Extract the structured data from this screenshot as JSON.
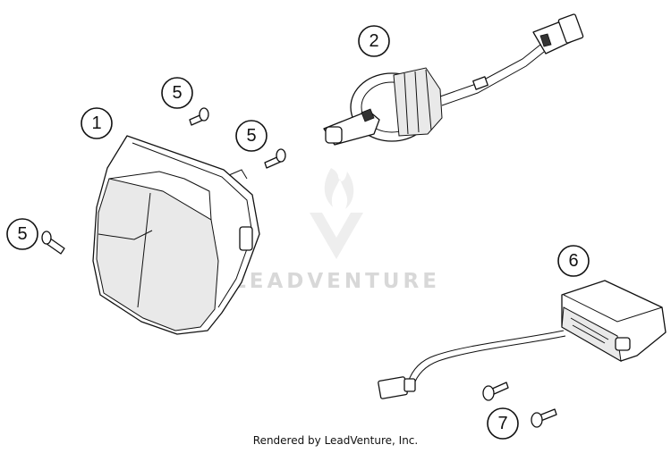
{
  "callouts": [
    {
      "id": "1",
      "label": "1"
    },
    {
      "id": "2",
      "label": "2"
    },
    {
      "id": "5a",
      "label": "5"
    },
    {
      "id": "5b",
      "label": "5"
    },
    {
      "id": "5c",
      "label": "5"
    },
    {
      "id": "6",
      "label": "6"
    },
    {
      "id": "7",
      "label": "7"
    }
  ],
  "watermark": {
    "text": "LEADVENTURE",
    "color": "#d8d8d8"
  },
  "footer": {
    "text": "Rendered by LeadVenture, Inc."
  },
  "colors": {
    "line": "#111111",
    "background": "#ffffff"
  }
}
